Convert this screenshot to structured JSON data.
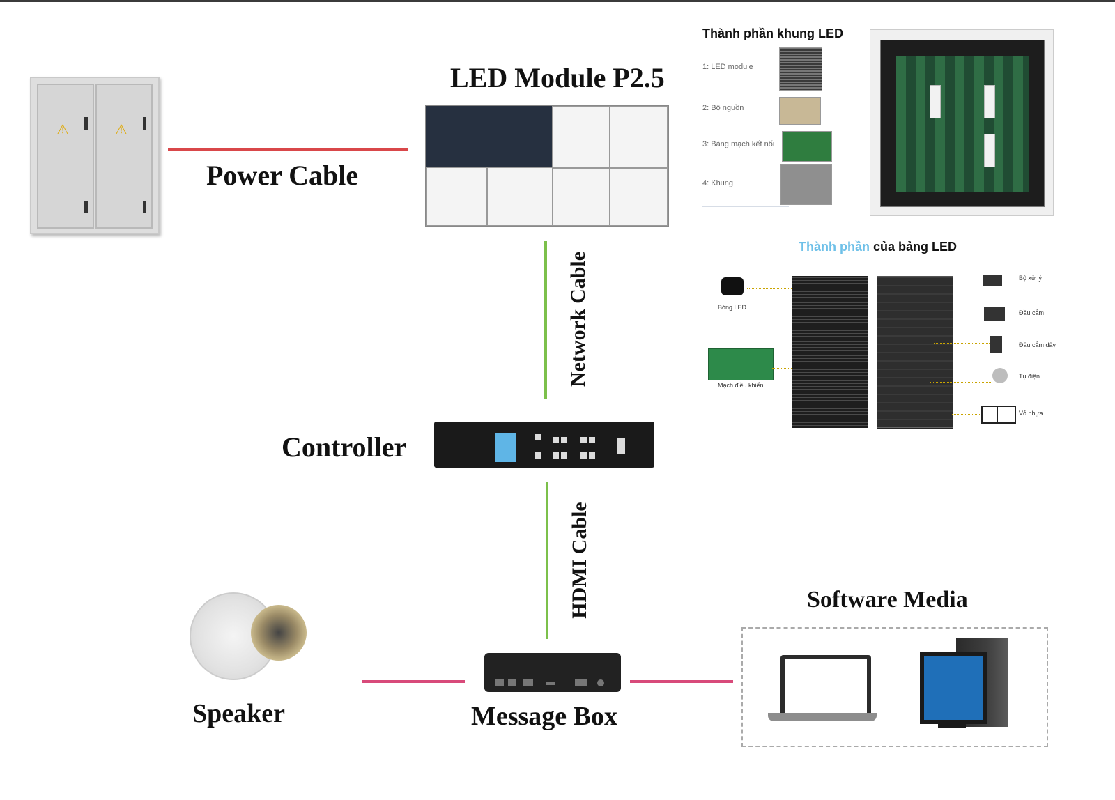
{
  "labels": {
    "power_cable": "Power Cable",
    "led_module": "LED Module P2.5",
    "network_cable": "Network Cable",
    "controller": "Controller",
    "hdmi_cable": "HDMI Cable",
    "speaker": "Speaker",
    "message_box": "Message Box",
    "software_media": "Software Media"
  },
  "frame_panel": {
    "title": "Thành phần khung LED",
    "items": [
      "1: LED module",
      "2: Bộ nguồn",
      "3: Bảng mạch kết nối",
      "4: Khung"
    ]
  },
  "board_panel": {
    "title_accent": "Thành phần",
    "title_rest": " của bảng LED",
    "labels": {
      "led_bulb": "Bóng LED",
      "control_circuit": "Mạch điều khiển",
      "processor": "Bộ xử lý",
      "connector": "Đầu cắm",
      "wire_connector": "Đầu cắm dây",
      "capacitor": "Tụ điện",
      "plastic_shell": "Vỏ nhựa"
    }
  },
  "colors": {
    "power_line": "#d9474a",
    "signal_line": "#7cc04b",
    "audio_line": "#d84a7a",
    "accent_blue": "#6ec0e8"
  }
}
